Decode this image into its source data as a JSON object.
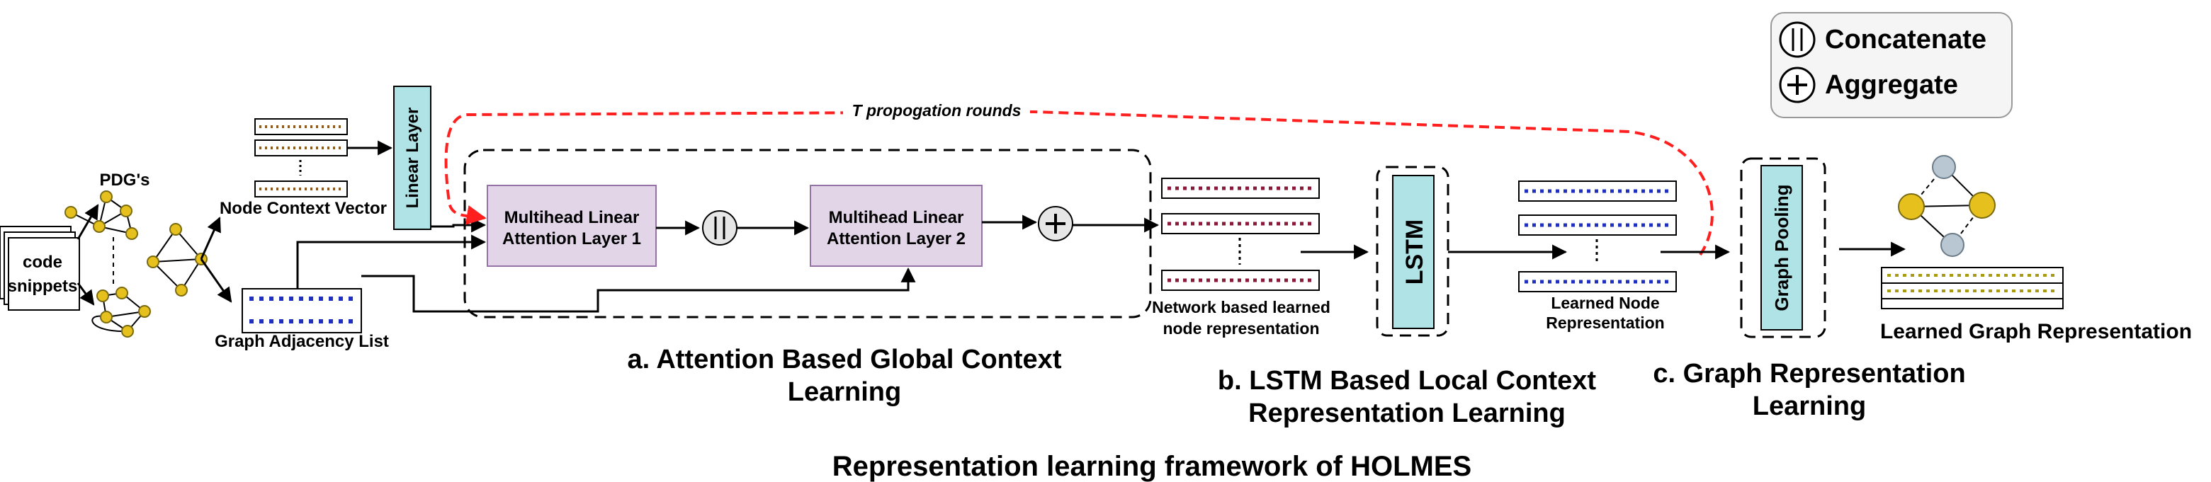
{
  "labels": {
    "pdgs": "PDG's",
    "code_snippets_line1": "code",
    "code_snippets_line2": "snippets",
    "node_context_vector": "Node Context Vector",
    "graph_adjacency_list": "Graph Adjacency List",
    "linear_layer": "Linear Layer",
    "t_propagation_rounds": "T propogation rounds",
    "mla1_line1": "Multihead Linear",
    "mla1_line2": "Attention Layer 1",
    "mla2_line1": "Multihead Linear",
    "mla2_line2": "Attention Layer 2",
    "network_rep_line1": "Network based learned",
    "network_rep_line2": "node representation",
    "lstm": "LSTM",
    "learned_node_line1": "Learned Node",
    "learned_node_line2": "Representation",
    "graph_pooling": "Graph Pooling",
    "learned_graph_rep": "Learned Graph Representation"
  },
  "sections": {
    "a_line1": "a. Attention Based Global Context",
    "a_line2": "Learning",
    "b_line1": "b. LSTM Based Local Context",
    "b_line2": "Representation Learning",
    "c_line1": "c. Graph Representation",
    "c_line2": "Learning"
  },
  "legend": {
    "concatenate": "Concatenate",
    "aggregate": "Aggregate"
  },
  "caption": "Representation learning framework of HOLMES",
  "colors": {
    "attention_box": "#e1d5e7",
    "lstm_box": "#b0e3e6",
    "node_yellow": "#e6c01c",
    "propagation_arrow": "#ff1f1f",
    "maroon_dots": "#8b1a3a",
    "blue_dots": "#1f2fbf",
    "olive_dots": "#a89a10"
  }
}
